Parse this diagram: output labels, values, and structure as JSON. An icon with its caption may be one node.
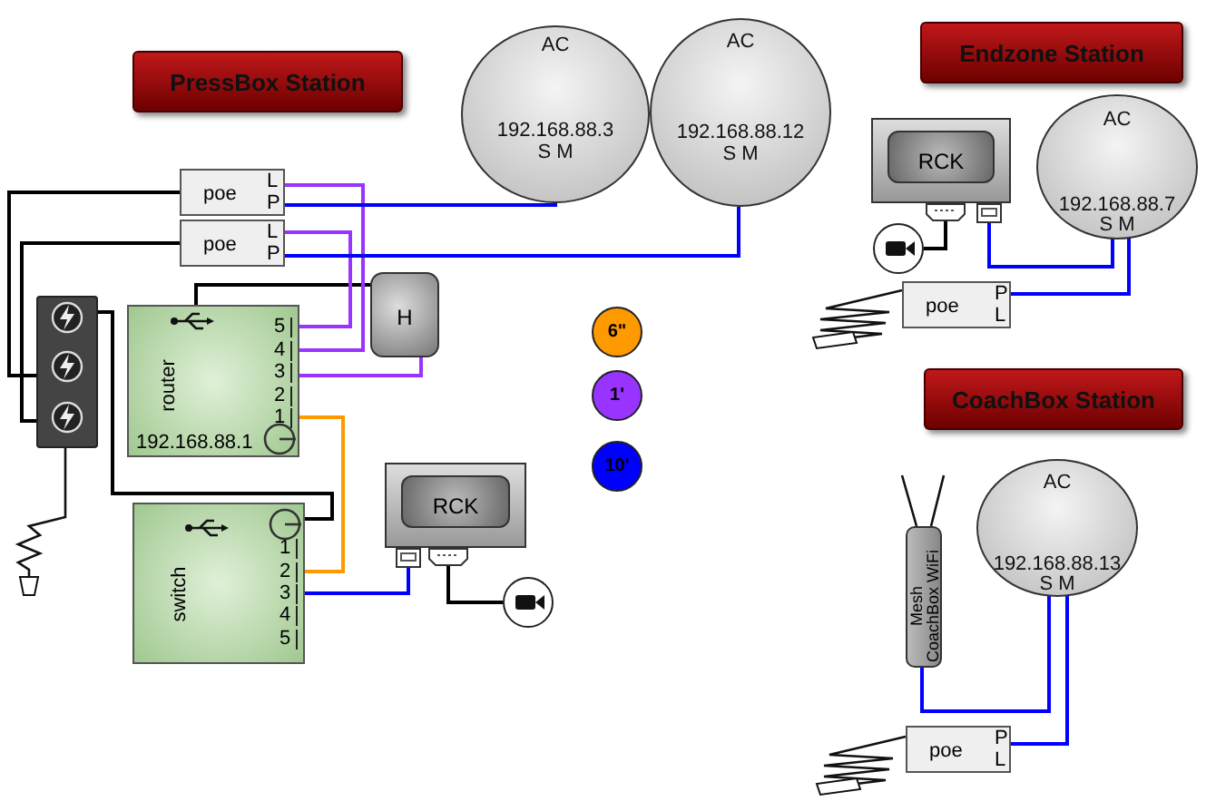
{
  "diagram": {
    "nodes": [
      {
        "text": [
          "PressBox Station"
        ]
      },
      {
        "text": [
          "AC",
          "192.168.88.3",
          "S M"
        ]
      },
      {
        "text": [
          "AC",
          "192.168.88.12",
          "S M"
        ]
      },
      {
        "text": [
          "Endzone Station"
        ]
      },
      {
        "text": [
          "CoachBox Station"
        ]
      },
      {
        "text": [
          "poe",
          "L",
          "P"
        ]
      },
      {
        "text": [
          "poe",
          "L",
          "P"
        ]
      },
      {
        "text": [],
        "shape": "bar"
      },
      {
        "text": [
          "router",
          "5",
          "4",
          "3",
          "2",
          "1",
          "192.168.88.1"
        ]
      },
      {
        "text": [
          "H"
        ]
      },
      {
        "text": [
          "switch",
          "1",
          "2",
          "3",
          "4",
          "5"
        ]
      },
      {
        "text": [
          "RCK"
        ]
      },
      {
        "text": [],
        "shape": "circle"
      },
      {
        "text": [
          "RCK"
        ]
      },
      {
        "text": [],
        "shape": "circle"
      },
      {
        "text": [
          "AC",
          "192.168.88.7",
          "S M"
        ]
      },
      {
        "text": [
          "poe",
          "P",
          "L"
        ]
      },
      {
        "text": [
          "Mesh CoachBox WiFi"
        ]
      },
      {
        "text": [
          "AC",
          "192.168.88.13",
          "S M"
        ]
      },
      {
        "text": [
          "poe",
          "P",
          "L"
        ]
      }
    ],
    "edges": [
      {
        "from": 7,
        "to": 5,
        "arrow": "none",
        "color": "#000000"
      },
      {
        "from": 7,
        "to": 6,
        "arrow": "none",
        "color": "#000000"
      },
      {
        "from": 7,
        "to": 10,
        "arrow": "none",
        "color": "#000000"
      },
      {
        "from": 9,
        "to": 8,
        "arrow": "none",
        "color": "#000000"
      },
      {
        "from": 5,
        "to": 8,
        "arrow": "none",
        "color": "#9933ff"
      },
      {
        "from": 6,
        "to": 8,
        "arrow": "none",
        "color": "#9933ff"
      },
      {
        "from": 9,
        "to": 8,
        "arrow": "none",
        "color": "#9933ff"
      },
      {
        "from": 8,
        "to": 10,
        "arrow": "none",
        "color": "#ff9900"
      },
      {
        "from": 10,
        "to": 11,
        "arrow": "none"
      },
      {
        "from": 11,
        "to": 12,
        "arrow": "none",
        "color": "#000000"
      },
      {
        "from": 5,
        "to": 1,
        "arrow": "none"
      },
      {
        "from": 6,
        "to": 2,
        "arrow": "none"
      },
      {
        "from": 13,
        "to": 15,
        "arrow": "none"
      },
      {
        "from": 16,
        "to": 15,
        "arrow": "none"
      },
      {
        "from": 13,
        "to": 14,
        "arrow": "none",
        "color": "#000000"
      },
      {
        "from": 17,
        "to": 18,
        "arrow": "none"
      },
      {
        "from": 19,
        "to": 18,
        "arrow": "none"
      }
    ],
    "legend": [
      {
        "text": "6\"",
        "color": "#ff9900"
      },
      {
        "text": "1'",
        "color": "#9933ff"
      },
      {
        "text": "10'",
        "color": "#0000ff"
      }
    ]
  }
}
